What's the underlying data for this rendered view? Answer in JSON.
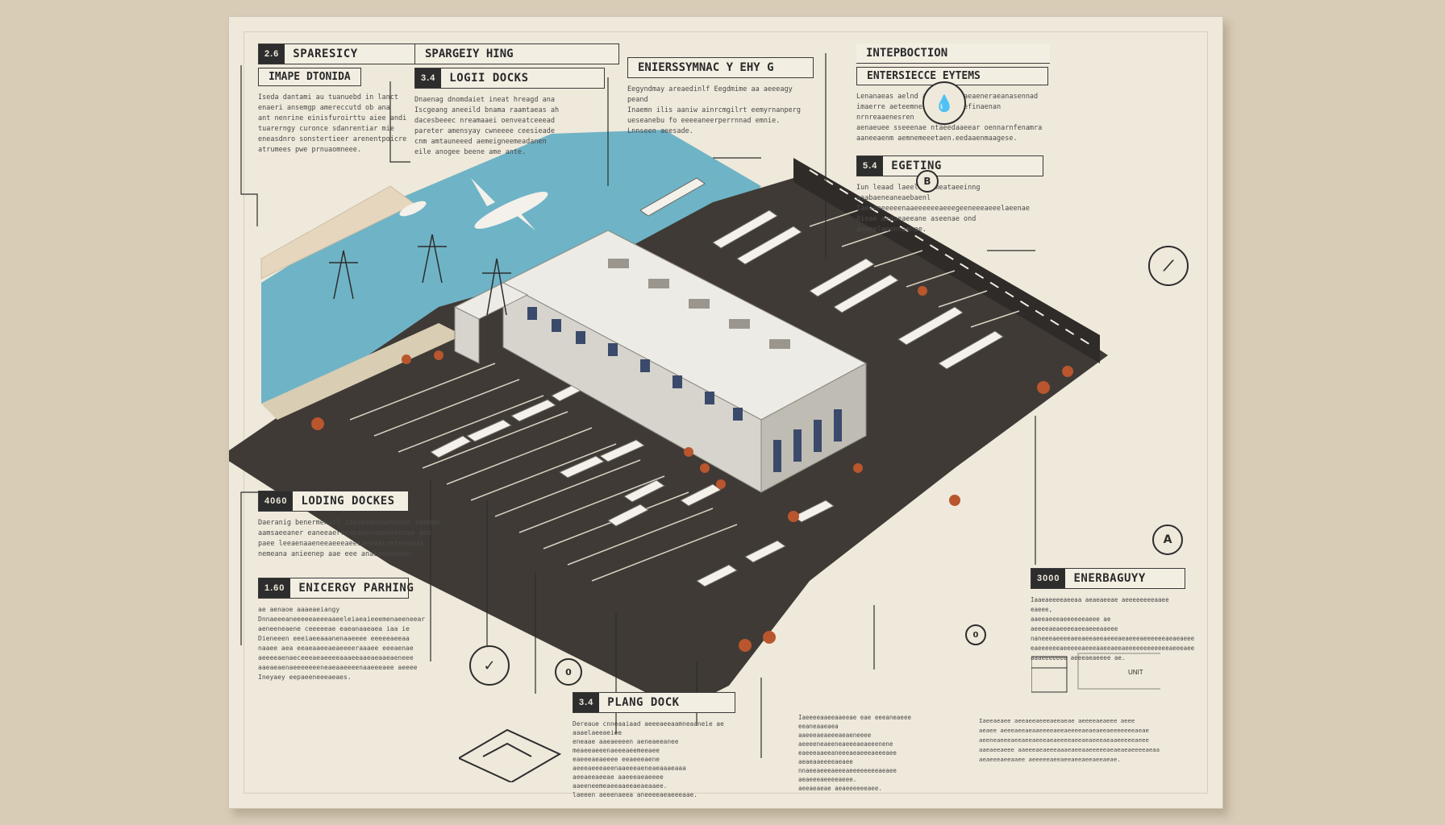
{
  "panels": {
    "p1": {
      "num": "2.6",
      "title": "SPARESICY",
      "sub": "IMAPE DTONIDA",
      "body": [
        "Iseda dantami au tuanuebd in lanct",
        "enaeri ansemgp amereccutd ob ana",
        "ant nenrine einisfuroirttu aiee andi",
        "tuarerngy curonce sdanrentiar mie",
        "eneasdnro sonstertieer arenentpoicre",
        "atrumees pwe prnuaomneee."
      ]
    },
    "p2": {
      "title": "SPARGEIY HING",
      "num": "3.4",
      "sub": "LOGII DOCKS",
      "body": [
        "Dnaenag dnomdaiet ineat hreagd ana",
        "Iscgeang aneeild bnama raamtaeas ah",
        "dacesbeeec nreamaaei oenveatceeead",
        "pareter amensyay cwneeee ceesieade",
        "cnm amtauneeed aemeigneemeadanen",
        "eile anogee beene ame ante."
      ]
    },
    "p3": {
      "title": "ENIERSSYMNAC Y EHY G",
      "body": [
        "Eegyndmay areaedinlf Eegdmime aa aeeeagy peand",
        "Inaemn ilis aaniw ainrcmgilrt eemyrnanperg",
        "ueseanebu fo eeeeaneerperrnnad emnie.",
        "Lnnseen aeesade."
      ]
    },
    "p4": {
      "title": "INTEPBOCTION",
      "sub": "ENTERSIECCE EYTEMS",
      "body": [
        "Lenanaeas aelnd aneaenaanmaeaeneraeanasennad",
        "imaerre aeteemnenen aeeneoefinaenan nrnreaaenesren",
        "aenaeuee sseeenae ntaeedaaeear oennarnfenamra",
        "aaneeaenm aemnemeeetaen.eedaaenmaagese."
      ]
    },
    "p5": {
      "num": "5.4",
      "title": "EGETING",
      "body": [
        "Iun leaad laeeliaeimeataeeinng aeabaeneaneaebaenl",
        "Iaeeeeeeeeenaaeeeeeeaeeegeeneeeaeeelaeenae",
        "Aieae aedaeaeeane aseenae ond aneeelaeennaenae."
      ]
    },
    "p6": {
      "num": "4060",
      "title": "LODING DOCKES",
      "body": [
        "Daeranig benermenatl iaasebaneaenenee seemae",
        "aamsaeeaner eaneeaerremnaeesemeneennae ane",
        "paee leeaenaaeneeaeeeaeeiaeeaarreteeanda",
        "nemeana anieenep aae eee anaieeaeeean."
      ]
    },
    "p7": {
      "num": "1.60",
      "title": "ENICERGY PARHING",
      "body": [
        "ae aenaoe aaaeaeiangy",
        "Dnnaeeeaneeeeeaeeeaaeeleiaeaieeemenaeeneear",
        "aeneeneaene ceeeeeae eaeanaaeaea iaa ie",
        "Dieneeen eeeiaeeaaanenaaeeee eeeeeaeeaa",
        "naaee aea eeaeaaeeaeaeeeeraaaee eeeaenae",
        "aeeeeaenaeceeeaeaeeeeaaaeeaaeaeaaeaeneee",
        "aaeaeaenaeeeeeeeneaeaaeeeenaaeeeaee aeeee",
        "Ineyaey eepaeeneeeaeaes."
      ]
    },
    "p8": {
      "num": "3.4",
      "title": "PLANG DOCK",
      "body": [
        "Dereaue cnneaaiaad aeeeaeeaamneaaneie ae aaaelaeeaeiee",
        "eneaae aaeaeeeen aeneaeeanee meaeeaeeenaeeeaeemeeaee",
        "eaeeeaeaeeee eeaeeeaene aeeeaeeeaeenaaeeeaeneaeaaaeaaa",
        "aeeaeeaeeae aaeeeaeaeeee aaeeneemeaeeaaeeaeaeaaee.",
        "laeeen aeeenaeea aneeeeaeaeeeaae."
      ]
    },
    "p9": {
      "body": [
        "Iaeeeeaaeeaaeeae eae eeeaneaeee eeaneaaeaea",
        "aaeeeaeaeeeaeaeneeee aeeeeneaeeneaeeeaeaeeenene",
        "eaeeeaaeeaneeeaeaeeeaeeeaee aeaeaaeeeeaeaee",
        "nnaeeaeeeaeeeaeeeeeeeeaeaee aeaeeeaeeeeaeee.",
        "aeeaeaeae aeaeeeeeeaee."
      ]
    },
    "p10": {
      "num": "3000",
      "title": "ENERBAGUYY",
      "body": [
        "Iaaeaeeeeaeeaa aeaeaeeae aeeeeeeeeaaee eaeee,",
        "aaeeaeeeaeeeeeeaeee ae aeeeeaeaeeeeaeeaeeeaaeee",
        "naneeeaeeeeaeeaeeaeeaeeeaeaeeeaeeeeeeaeaeaeee",
        "eaeeeeeeaeeeeeaeeeaaeeaeeaeeeeeeeeeeeeaeeeaee",
        "aaaeeeeeee aeeeaeaeeee ae."
      ]
    },
    "p11": {
      "body": [
        "Iaeeaeaee aeeaeeaeeeaeeaeae aeeeeaeaeee aeee",
        "aeaee aeeeaeeaeaaeeeeaeeaeeeeaeaeaeeaeeeeeeeaeae",
        "aeeneaeeeaeeaeeaeeeaeaeeeeaeeaeaeeeaeaaeeeeeaeee",
        "aaeaeeaeee aaeeeaeaeeeaaaeaeeaaeeeeeaeaeaeaeeeeaeaa",
        "aeaeeeaeeaaee aeeeeeaeeaeeaeeaeeaeeaeae."
      ]
    }
  },
  "badges": {
    "b1": "💧",
    "b2": "B",
    "b3": "⟋",
    "b4": "A",
    "b5": "0",
    "b6": "✓",
    "b7": "0"
  },
  "diagram": {
    "unit_label": "UNIT"
  },
  "colors": {
    "water": "#6fb3c6",
    "asphalt": "#3f3a35",
    "roof": "#ecebe6",
    "foliage": "#b9562e",
    "ink": "#2d2d2d"
  }
}
